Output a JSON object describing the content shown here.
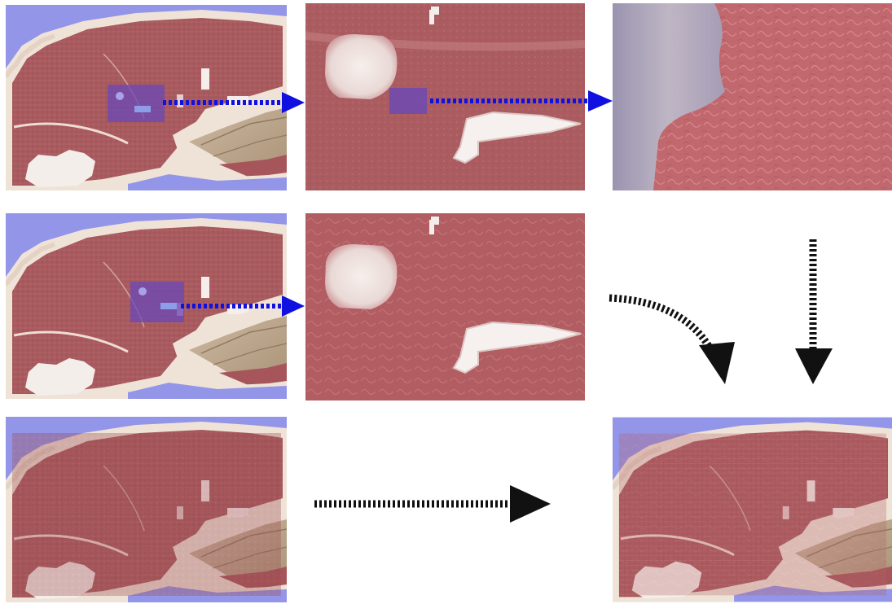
{
  "figure": {
    "background": "#ffffff",
    "palette": {
      "backdrop": "#9395e8",
      "tissue": "#a85a5e",
      "tissue_dark": "#8e4449",
      "skin": "#efe3d8",
      "bone": "#f4eeea",
      "muscle_tan": "#b9a58e",
      "selection": "#6a48b8",
      "blue_arrow": "#1010e0",
      "black_arrow": "#111111"
    },
    "panels": [
      {
        "id": "r1c1",
        "kind": "section-with-selection"
      },
      {
        "id": "r1c2",
        "kind": "zoomed-texture"
      },
      {
        "id": "r1c3",
        "kind": "patterned-texture"
      },
      {
        "id": "r2c1",
        "kind": "section-with-selection"
      },
      {
        "id": "r2c2",
        "kind": "zoomed-patterned-texture"
      },
      {
        "id": "r3c1",
        "kind": "section-input"
      },
      {
        "id": "r3c3",
        "kind": "section-output"
      }
    ],
    "arrows": [
      {
        "style": "blue-dotted",
        "from": "r1c1",
        "to": "r1c2"
      },
      {
        "style": "blue-dotted",
        "from": "r1c2",
        "to": "r1c3"
      },
      {
        "style": "blue-dotted",
        "from": "r2c1",
        "to": "r2c2"
      },
      {
        "style": "black-dashed-curved",
        "from": "r2c2",
        "to": "r3c3"
      },
      {
        "style": "black-dashed",
        "from": "r1c3",
        "to": "r3c3"
      },
      {
        "style": "black-dashed",
        "from": "r3c1",
        "to": "r3c3"
      }
    ]
  }
}
